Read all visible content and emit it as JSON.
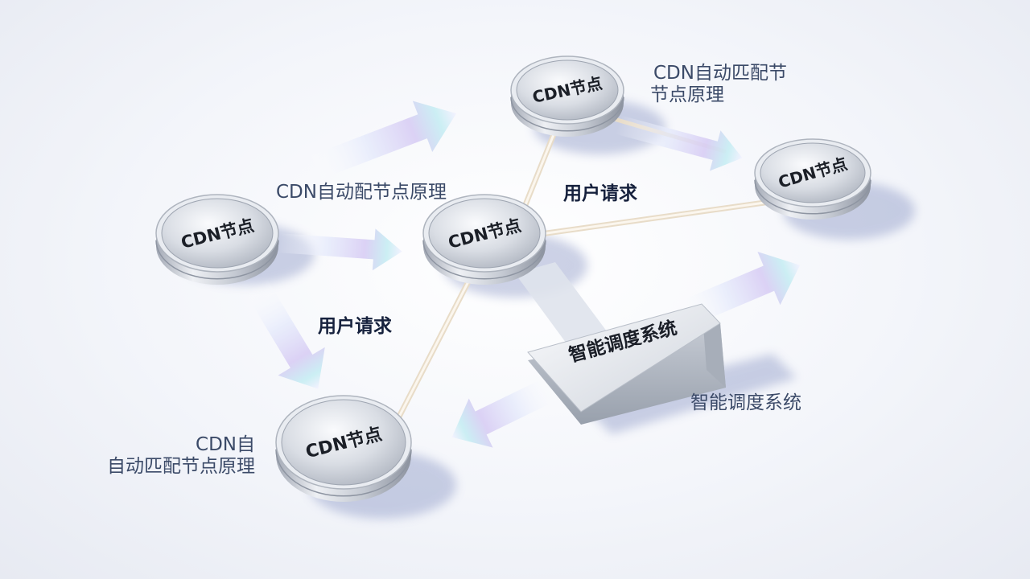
{
  "diagram": {
    "nodes": {
      "node_left": "CDN节点",
      "node_center": "CDN节点",
      "node_top": "CDN节点",
      "node_right": "CDN节点",
      "node_bottom": "CDN节点"
    },
    "system_box": "智能调度系统",
    "labels": {
      "top_right_line1": "CDN自动匹配节",
      "top_right_line2": "节点原理",
      "middle_top": "CDN自动配节点原理",
      "request_upper": "用户请求",
      "request_lower": "用户请求",
      "bottom_left_line1": "CDN自",
      "bottom_left_line2": "自动匹配节点原理",
      "system_caption": "智能调度系统"
    }
  }
}
